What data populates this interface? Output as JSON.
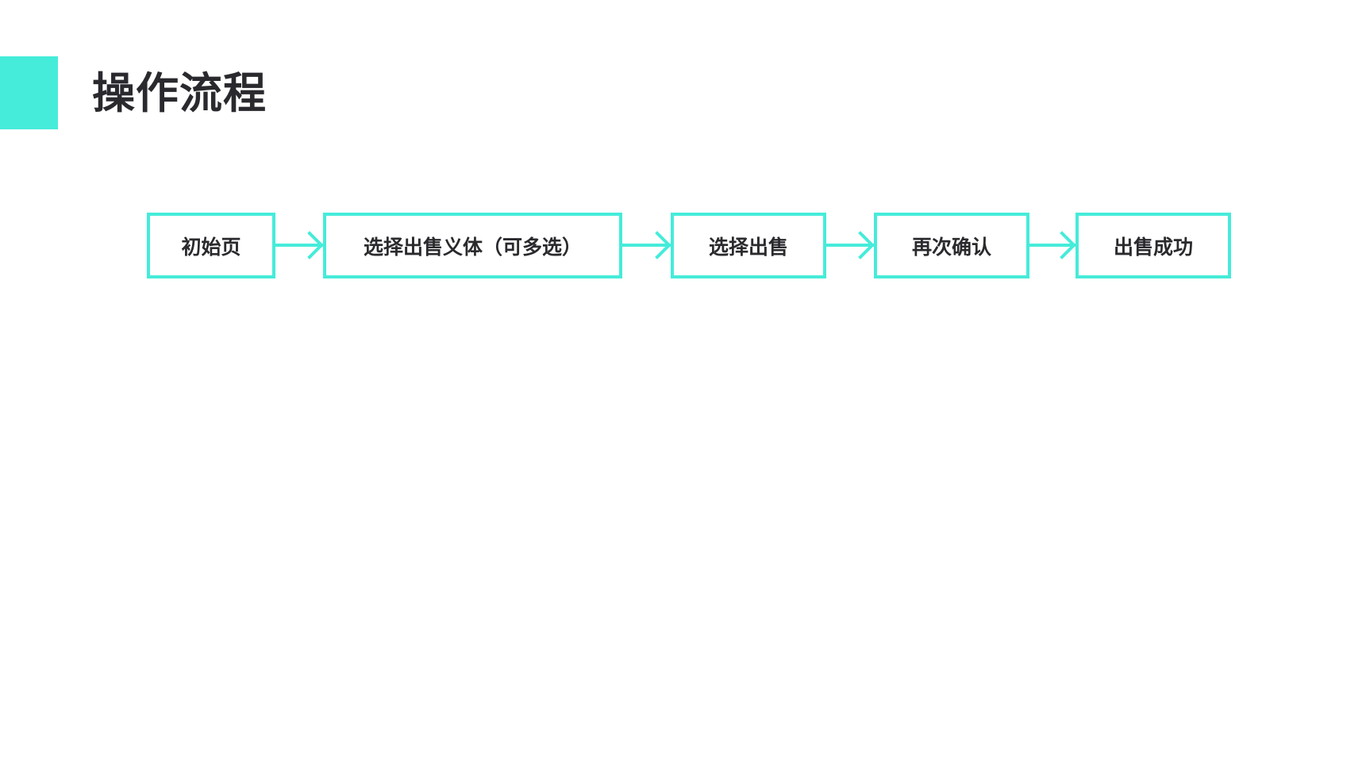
{
  "title": "操作流程",
  "accent_color": "#45ecd9",
  "text_color": "#2a2a2e",
  "flow": {
    "steps": [
      {
        "label": "初始页"
      },
      {
        "label": "选择出售义体（可多选）"
      },
      {
        "label": "选择出售"
      },
      {
        "label": "再次确认"
      },
      {
        "label": "出售成功"
      }
    ]
  }
}
